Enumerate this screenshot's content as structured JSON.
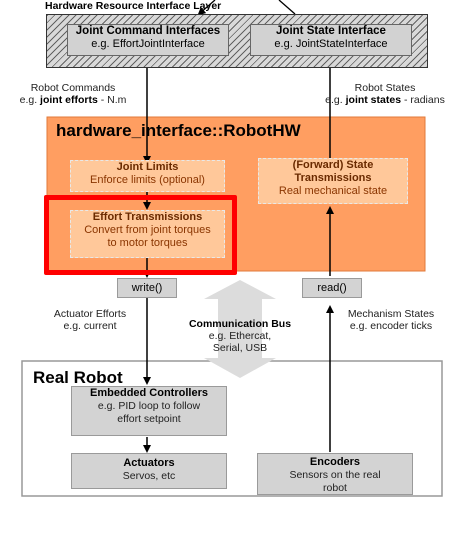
{
  "top_label": "Hardware Resource Interface Layer",
  "hw_layer": {
    "joint_command": {
      "title": "Joint Command Interfaces",
      "sub": "e.g. EffortJointInterface"
    },
    "joint_state": {
      "title": "Joint State Interface",
      "sub": "e.g. JointStateInterface"
    }
  },
  "robot_commands": {
    "line1": "Robot Commands",
    "prefix": "e.g. ",
    "bold": "joint efforts",
    "suffix": " - N.m"
  },
  "robot_states": {
    "line1": "Robot States",
    "prefix": "e.g. ",
    "bold": "joint states",
    "suffix": " - radians"
  },
  "robothw": {
    "title": "hardware_interface::RobotHW",
    "joint_limits": {
      "title": "Joint Limits",
      "sub": "Enforce limits (optional)"
    },
    "state_transmissions": {
      "title": "(Forward) State Transmissions",
      "sub": "Real mechanical state"
    },
    "effort_transmissions": {
      "title": "Effort Transmissions",
      "sub": "Convert from joint torques to motor torques"
    },
    "write_label": "write()",
    "read_label": "read()"
  },
  "actuator_efforts": {
    "line1": "Actuator Efforts",
    "line2": "e.g. current"
  },
  "mechanism_states": {
    "line1": "Mechanism States",
    "line2": "e.g. encoder ticks"
  },
  "comm_bus": {
    "title": "Communication Bus",
    "sub": "e.g. Ethercat, Serial, USB"
  },
  "real_robot": {
    "title": "Real Robot",
    "embedded": {
      "title": "Embedded Controllers",
      "sub": "e.g. PID loop to follow effort setpoint"
    },
    "actuators": {
      "title": "Actuators",
      "sub": "Servos, etc"
    },
    "encoders": {
      "title": "Encoders",
      "sub": "Sensors on the real robot"
    }
  },
  "colors": {
    "robothw_fill": "#ff9e61",
    "orange_box_fill": "#ffc89a",
    "highlight_red": "#ff0000",
    "grey_box_fill": "#d3d3d3",
    "bus_arrow": "#d9d9d9"
  }
}
